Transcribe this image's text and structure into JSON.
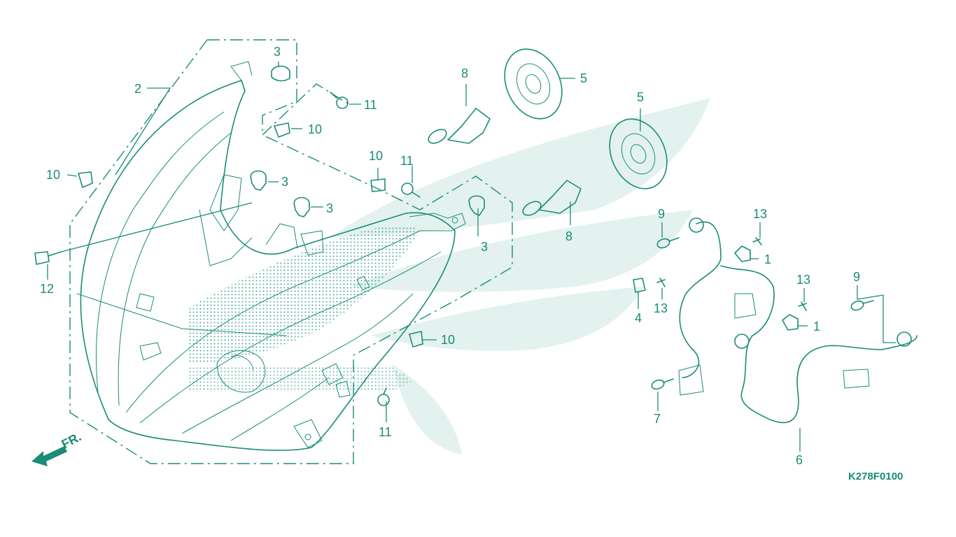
{
  "colors": {
    "ink": "#1a8c78",
    "watermark": "#e3f2ee",
    "dots": "#2c9a86"
  },
  "diagram": {
    "code": "K278F0100",
    "front_label": "FR.",
    "callouts": {
      "c1a": "1",
      "c1b": "1",
      "c2": "2",
      "c3a": "3",
      "c3b": "3",
      "c3c": "3",
      "c3d": "3",
      "c4": "4",
      "c5a": "5",
      "c5b": "5",
      "c6": "6",
      "c7": "7",
      "c8a": "8",
      "c8b": "8",
      "c9a": "9",
      "c9b": "9",
      "c10a": "10",
      "c10b": "10",
      "c10c": "10",
      "c10d": "10",
      "c11a": "11",
      "c11b": "11",
      "c11c": "11",
      "c12": "12",
      "c13a": "13",
      "c13b": "13",
      "c13c": "13"
    }
  }
}
